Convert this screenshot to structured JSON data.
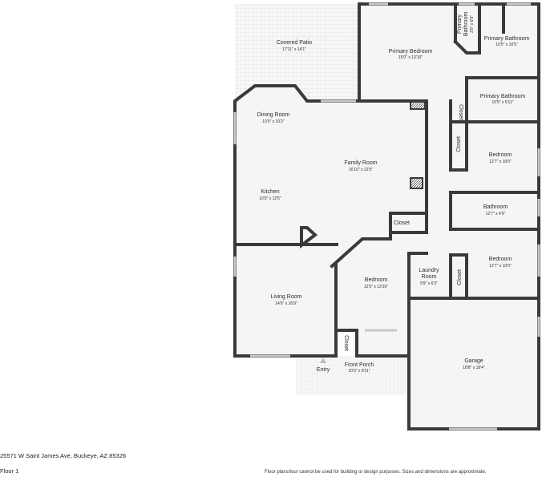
{
  "address": "25571 W Saint James Ave, Buckeye, AZ 85326",
  "floor": "Floor 1",
  "disclaimer": "Floor plans/tour cannot be used for building or design purposes. Sizes and dimensions are approximate.",
  "rooms": {
    "covered_patio": {
      "name": "Covered Patio",
      "dim": "17'11\" x 14'1\""
    },
    "primary_bedroom": {
      "name": "Primary Bedroom",
      "dim": "15'0\" x 13'10\""
    },
    "primary_bathroom_small": {
      "name_line1": "Primary",
      "name_line2": "Bathroom",
      "dim": "3'0\" x 6'8\""
    },
    "primary_bathroom_1": {
      "name": "Primary Bathroom",
      "dim": "10'5\" x 10'5\""
    },
    "primary_bathroom_2": {
      "name": "Primary Bathroom",
      "dim": "10'5\" x 5'11\""
    },
    "dining_room": {
      "name": "Dining Room",
      "dim": "10'0\" x 10'2\""
    },
    "family_room": {
      "name": "Family Room",
      "dim": "16'10\" x 22'5\""
    },
    "kitchen": {
      "name": "Kitchen",
      "dim": "10'0\" x 12'5\""
    },
    "bedroom_1": {
      "name": "Bedroom",
      "dim": "12'7\" x 10'0\""
    },
    "bathroom": {
      "name": "Bathroom",
      "dim": "12'7\" x 4'9\""
    },
    "bedroom_2": {
      "name": "Bedroom",
      "dim": "12'7\" x 10'0\""
    },
    "bedroom_3": {
      "name": "Bedroom",
      "dim": "12'5\" x 13'10\""
    },
    "laundry": {
      "name_line1": "Laundry",
      "name_line2": "Room",
      "dim": "5'9\" x 6'3\""
    },
    "living_room": {
      "name": "Living Room",
      "dim": "14'9\" x 16'9\""
    },
    "front_porch": {
      "name": "Front Porch",
      "dim": "10'3\" x 8'11\""
    },
    "garage": {
      "name": "Garage",
      "dim": "18'8\" x 18'4\""
    }
  },
  "closets": {
    "closet_primary": "Closet",
    "closet_bed1": "Closet",
    "closet_bed3": "Closet",
    "closet_bed2": "Closet",
    "closet_entry": "Closet"
  },
  "entry_label": "Entry"
}
